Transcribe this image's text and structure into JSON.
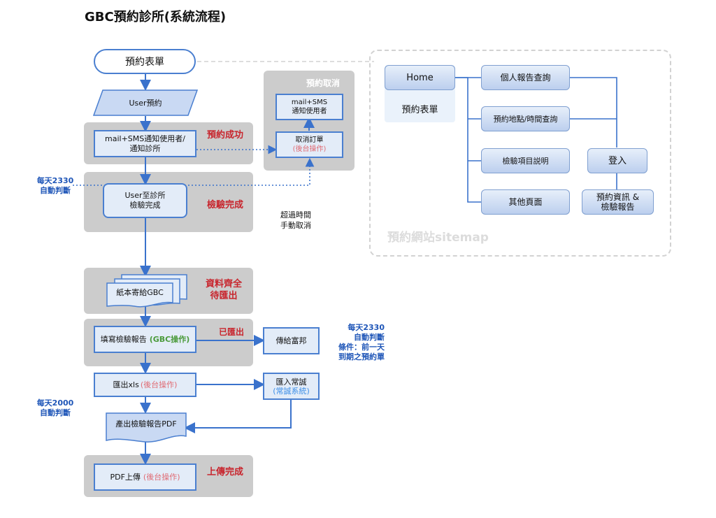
{
  "title": "GBC預約診所(系統流程)",
  "flow": {
    "booking_form": "預約表單",
    "user_booking": "User預約",
    "notify_lines": [
      "mail+SMS通知使用者/",
      "通知診所"
    ],
    "booking_success": "預約成功",
    "cancel_header": "預約取消",
    "cancel_notify_lines": [
      "mail+SMS",
      "通知使用者"
    ],
    "cancel_order": "取消訂單",
    "cancel_order_note": "(後台操作)",
    "daily_2330_lines": [
      "每天2330",
      "自動判斷"
    ],
    "user_clinic_lines": [
      "User至診所",
      "檢驗完成"
    ],
    "exam_done": "檢驗完成",
    "overtime_lines": [
      "超過時間",
      "手動取消"
    ],
    "paper_to_gbc": "紙本寄給GBC",
    "data_complete_lines": [
      "資料齊全",
      "待匯出"
    ],
    "fill_report": "填寫檢驗報告",
    "fill_report_note": "(GBC操作)",
    "exported": "已匯出",
    "send_fubon": "傳給富邦",
    "daily_2330_cond_lines": [
      "每天2330",
      "自動判斷",
      "條件：前一天",
      "到期之預約單"
    ],
    "export_xls": "匯出xls",
    "export_xls_note": "(後台操作)",
    "import_changcheng": "匯入常誠",
    "import_changcheng_note": "(常誠系統)",
    "daily_2000_lines": [
      "每天2000",
      "自動判斷"
    ],
    "produce_pdf": "產出檢驗報告PDF",
    "pdf_upload": "PDF上傳",
    "pdf_upload_note": "(後台操作)",
    "upload_done": "上傳完成"
  },
  "sitemap": {
    "home": "Home",
    "home_sub": "預約表單",
    "personal_report": "個人報告查詢",
    "location_time": "預約地點/時間查詢",
    "exam_items": "檢驗項目説明",
    "other_pages": "其他頁面",
    "login": "登入",
    "booking_info_lines": [
      "預約資訊 &",
      "檢驗報告"
    ],
    "label": "預約網站sitemap"
  },
  "colors": {
    "arrow": "#3a72cc",
    "band": "#cccccc",
    "accent_red": "#c8252d",
    "note_blue": "#1f56b8"
  }
}
